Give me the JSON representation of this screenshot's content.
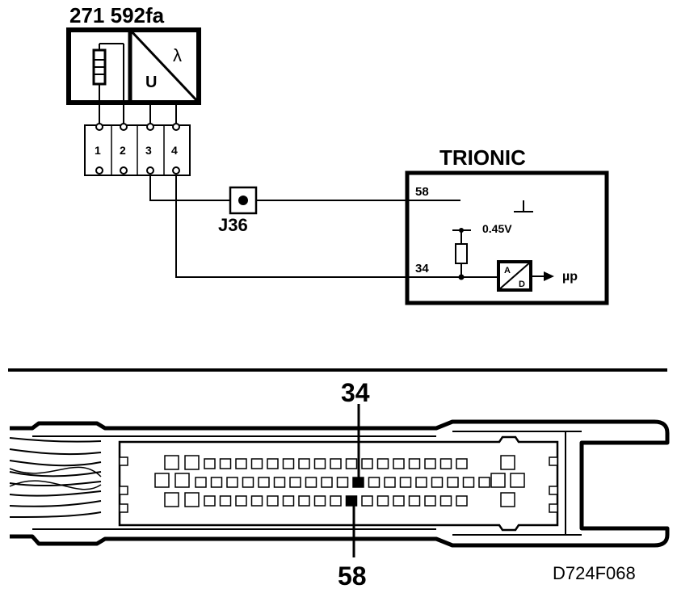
{
  "sensor": {
    "part_number": "271 592fa",
    "lambda_symbol": "λ",
    "u_symbol": "U"
  },
  "connector": {
    "pins": [
      "1",
      "2",
      "3",
      "4"
    ]
  },
  "junction": {
    "label": "J36"
  },
  "ecu": {
    "title": "TRIONIC",
    "pin_58": "58",
    "pin_34": "34",
    "reference_voltage": "0.45V",
    "adc_a": "A",
    "adc_d": "D",
    "microprocessor": "µp"
  },
  "ecu_connector": {
    "callout_top": "34",
    "callout_bottom": "58"
  },
  "figure_id": "D724F068"
}
